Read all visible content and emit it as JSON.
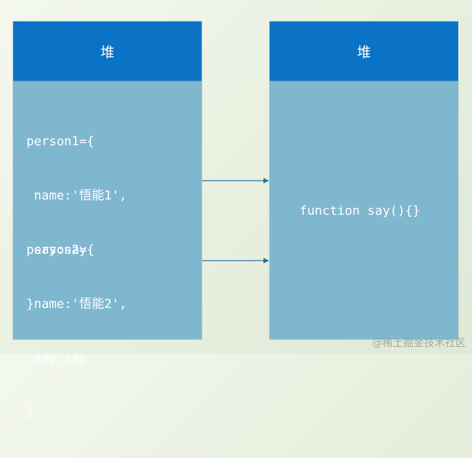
{
  "panels": {
    "left": {
      "title": "堆",
      "objects": [
        {
          "lines": [
            "person1={",
            " name:'悟能1',",
            " say:say",
            "}"
          ]
        },
        {
          "lines": [
            "person2={",
            " name:'悟能2',",
            " say:say",
            "}"
          ]
        }
      ]
    },
    "right": {
      "title": "堆",
      "function_text": "function say(){}"
    }
  },
  "watermark": "@稀土掘金技术社区",
  "colors": {
    "header": "#0b73c5",
    "panel": "#7fb7cf",
    "arrow": "#2d6f9f"
  }
}
